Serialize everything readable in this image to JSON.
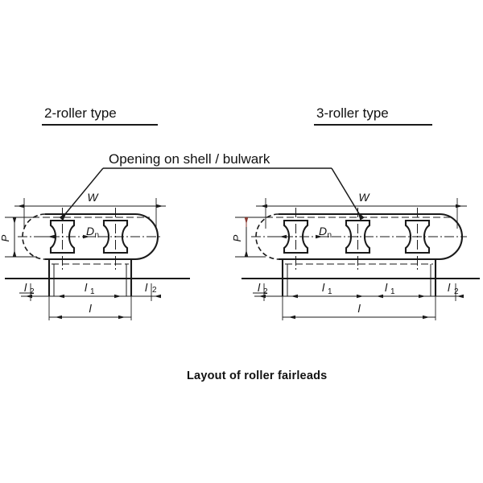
{
  "figure": {
    "caption": "Layout of roller fairleads",
    "callout": "Opening on shell / bulwark"
  },
  "panels": [
    {
      "id": "two-roller",
      "heading": "2-roller type",
      "roller_count": 2,
      "dimensions": {
        "width_label": "W",
        "height_label": "P",
        "roller_dia_label": "D",
        "roller_dia_sub": "n",
        "seg_outer_label": "l",
        "seg_outer_sub": "2",
        "seg_inner_label": "l",
        "seg_inner_sub": "1",
        "overall_label": "l"
      },
      "segments": [
        "l2",
        "l1",
        "l2"
      ]
    },
    {
      "id": "three-roller",
      "heading": "3-roller type",
      "roller_count": 3,
      "dimensions": {
        "width_label": "W",
        "height_label": "P",
        "roller_dia_label": "D",
        "roller_dia_sub": "n",
        "seg_outer_label": "l",
        "seg_outer_sub": "2",
        "seg_inner_label": "l",
        "seg_inner_sub": "1",
        "overall_label": "l"
      },
      "segments": [
        "l2",
        "l1",
        "l1",
        "l2"
      ]
    }
  ],
  "colors": {
    "ink": "#1a1a1a",
    "paper": "#ffffff",
    "accent": "#8a3a32"
  }
}
